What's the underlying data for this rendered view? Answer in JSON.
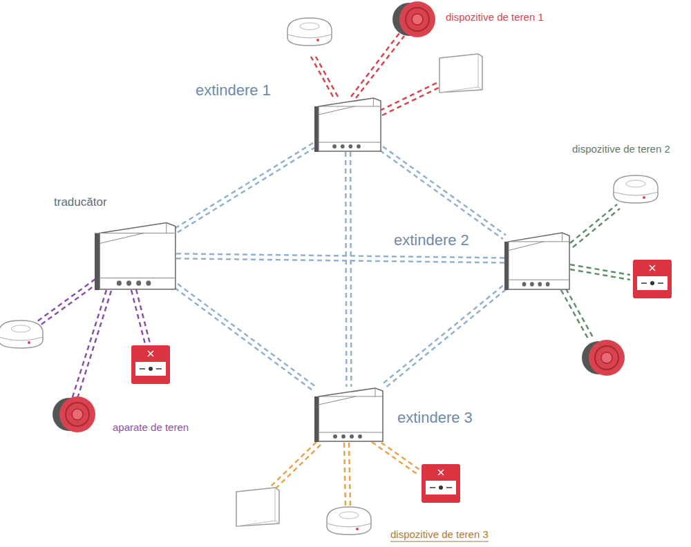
{
  "diagram": {
    "nodes": [
      {
        "text": [
          "traducător"
        ]
      },
      {
        "text": [
          "extindere 1"
        ]
      },
      {
        "text": [
          "extindere 2"
        ]
      },
      {
        "text": [
          "extindere 3"
        ]
      }
    ],
    "edges": [
      {
        "from": 0,
        "to": 1,
        "arrow": "none"
      },
      {
        "from": 0,
        "to": 2,
        "arrow": "none"
      },
      {
        "from": 0,
        "to": 3,
        "arrow": "none"
      },
      {
        "from": 1,
        "to": 2,
        "arrow": "none"
      },
      {
        "from": 1,
        "to": 3,
        "arrow": "none"
      },
      {
        "from": 2,
        "to": 3,
        "arrow": "none"
      }
    ],
    "labels": [
      "dispozitive de teren 1",
      "dispozitive de teren 2",
      "aparate de teren",
      "dispozitive de teren 3"
    ]
  }
}
